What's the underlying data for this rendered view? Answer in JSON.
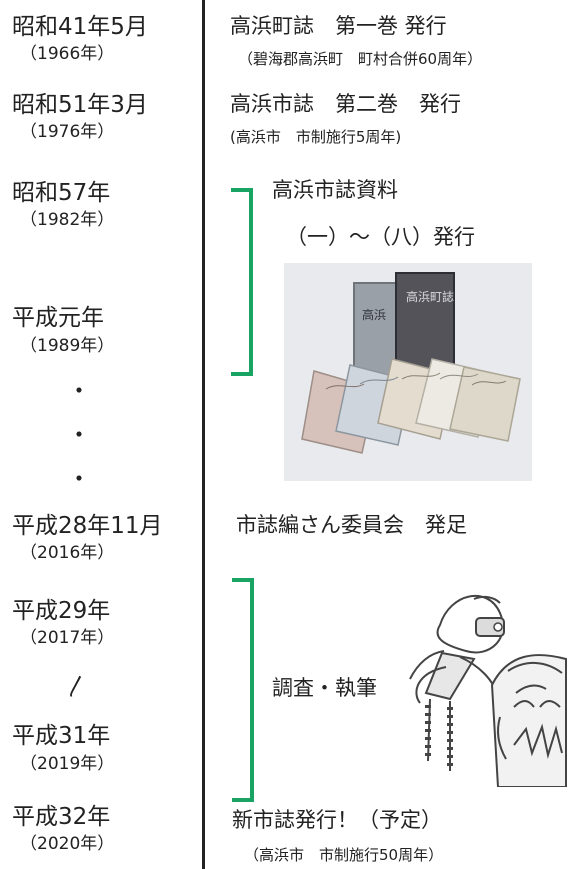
{
  "timeline": [
    {
      "era": "昭和41年5月",
      "year": "（1966年）",
      "event": "高浜町誌　第一巻 発行",
      "note": "（碧海郡高浜町　町村合併60周年）"
    },
    {
      "era": "昭和51年3月",
      "year": "（1976年）",
      "event": "高浜市誌　第二巻　発行",
      "note": "(高浜市　市制施行5周年)"
    },
    {
      "era": "昭和57年",
      "year": "（1982年）",
      "event": "高浜市誌資料",
      "note": "（一）～（八）発行"
    },
    {
      "era": "平成元年",
      "year": "（1989年）"
    },
    {
      "era": "平成28年11月",
      "year": "（2016年）",
      "event": "市誌編さん委員会　発足"
    },
    {
      "era": "平成29年",
      "year": "（2017年）",
      "event": "調査・執筆"
    },
    {
      "era": "平成31年",
      "year": "（2019年）"
    },
    {
      "era": "平成32年",
      "year": "（2020年）",
      "event": "新市誌発行！（予定）",
      "note": "（高浜市　市制施行50周年）"
    }
  ],
  "separators": {
    "ellipsis_dot": "・",
    "range_mark": "〳"
  },
  "colors": {
    "bracket": "#1aa464",
    "divider": "#222222",
    "text": "#222222"
  }
}
